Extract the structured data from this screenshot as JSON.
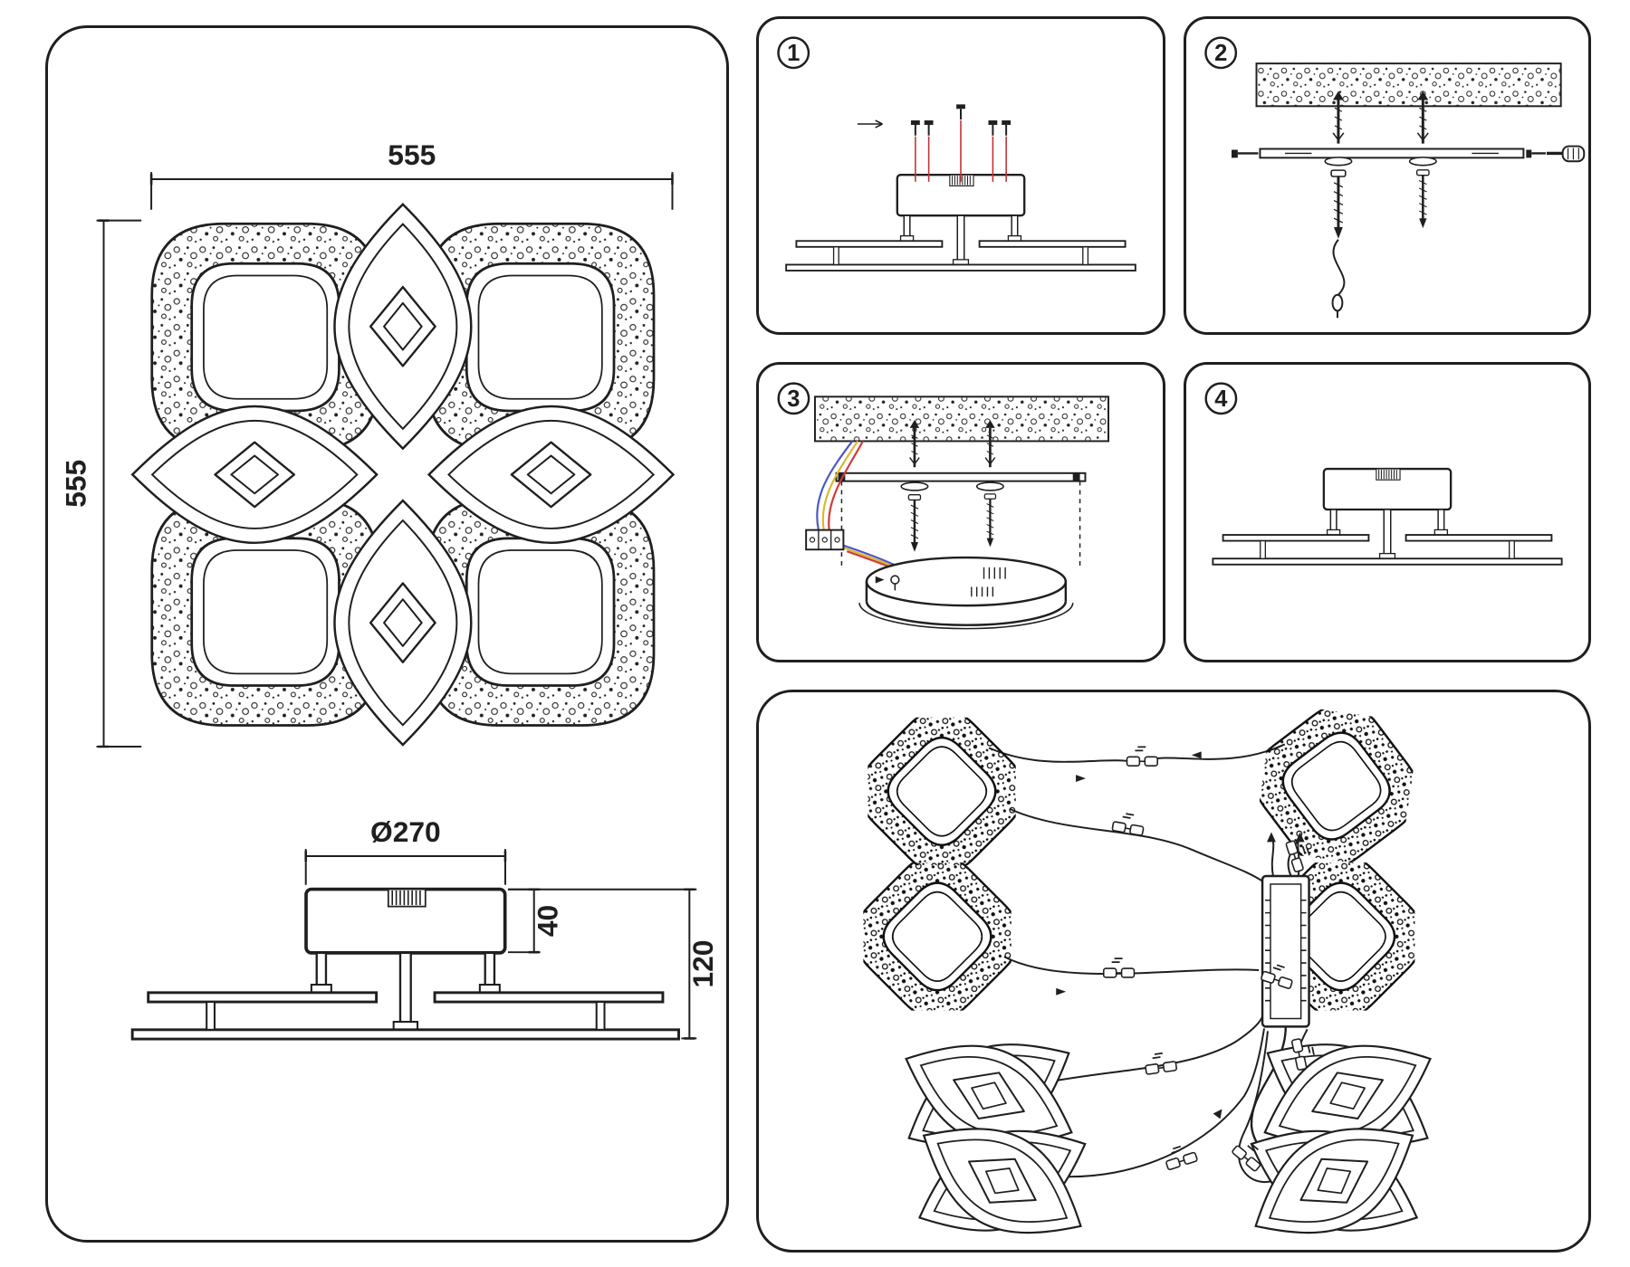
{
  "left_panel": {
    "top_view": {
      "dim_width": "555",
      "dim_height": "555"
    },
    "side_view": {
      "dim_diameter": "Ø270",
      "dim_canopy_height": "40",
      "dim_total_height": "120"
    }
  },
  "steps": [
    {
      "label": "1"
    },
    {
      "label": "2"
    },
    {
      "label": "3"
    },
    {
      "label": "4"
    }
  ],
  "colors": {
    "line": "#1f1f1f",
    "screw_guide": "#c53030",
    "wire_red": "#cf3b3b",
    "wire_blue": "#4a56c9",
    "wire_yellow": "#d9b832"
  }
}
